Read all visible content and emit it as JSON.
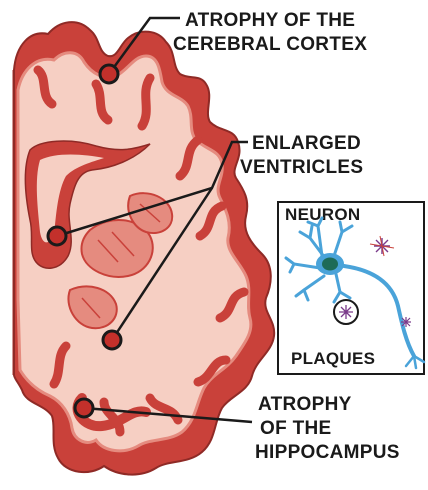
{
  "labels": {
    "cortex_line1": "ATROPHY OF THE",
    "cortex_line2": "CEREBRAL CORTEX",
    "ventricles_line1": "ENLARGED",
    "ventricles_line2": "VENTRICLES",
    "hippocampus_line1": "ATROPHY",
    "hippocampus_line2": "OF THE",
    "hippocampus_line3": "HIPPOCAMPUS"
  },
  "inset": {
    "title": "NEURON",
    "plaques_label": "PLAQUES"
  },
  "colors": {
    "tissue_outer": "#c9413a",
    "tissue_dark": "#a5302c",
    "tissue_mid": "#e58b7f",
    "tissue_light": "#f6cfc3",
    "marker": "#c3302b",
    "neuron": "#4aa3d9",
    "nucleus": "#1d6b57",
    "plaque": "#7a3a8a"
  }
}
